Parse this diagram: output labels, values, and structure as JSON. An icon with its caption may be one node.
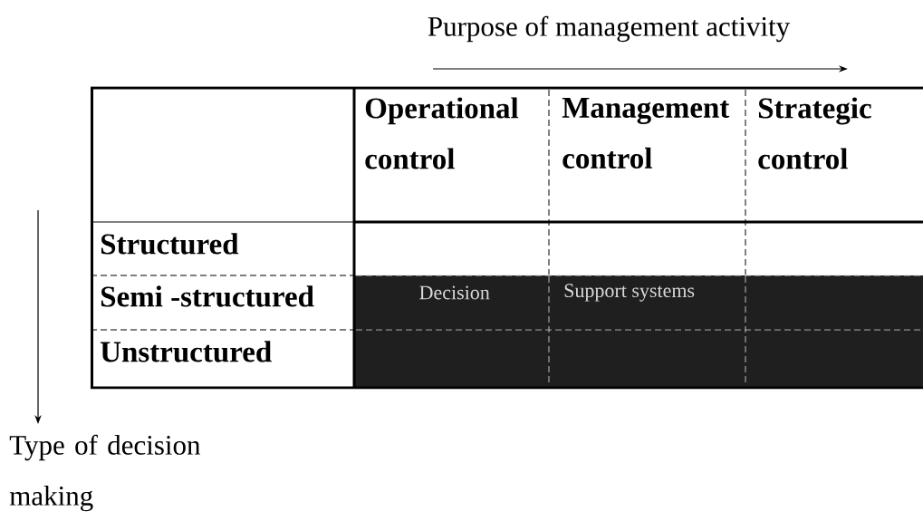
{
  "diagram": {
    "labels": [
      "Purpose of management activity",
      "Operational control",
      "Management control",
      "Strategic control",
      "Structured",
      "Semi -structured",
      "Decision",
      "Support systems",
      "Unstructured",
      "Type of decision making"
    ]
  }
}
